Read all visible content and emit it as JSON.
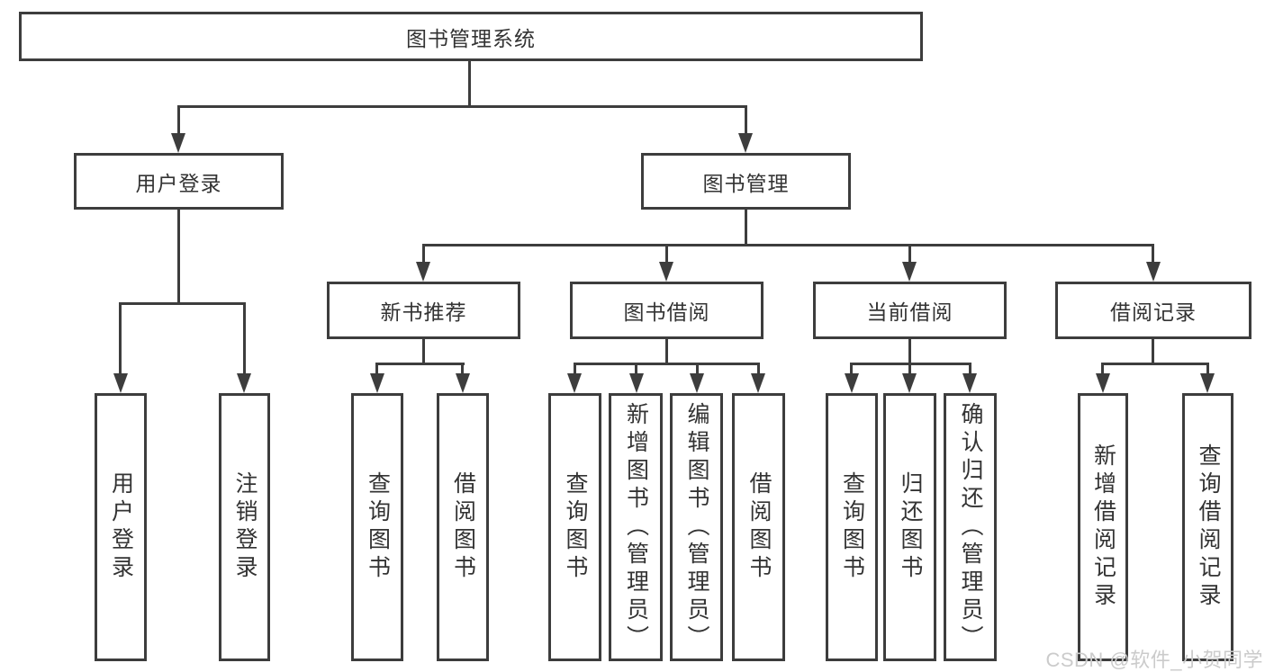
{
  "diagram": {
    "title": "图书管理系统",
    "branches": {
      "user_login": {
        "label": "用户登录",
        "children": [
          {
            "label": "用户登录"
          },
          {
            "label": "注销登录"
          }
        ]
      },
      "book_management": {
        "label": "图书管理",
        "sections": [
          {
            "label": "新书推荐",
            "children": [
              {
                "label": "查询图书"
              },
              {
                "label": "借阅图书"
              }
            ]
          },
          {
            "label": "图书借阅",
            "children": [
              {
                "label": "查询图书"
              },
              {
                "label": "新增图书（管理员）"
              },
              {
                "label": "编辑图书（管理员）"
              },
              {
                "label": "借阅图书"
              }
            ]
          },
          {
            "label": "当前借阅",
            "children": [
              {
                "label": "查询图书"
              },
              {
                "label": "归还图书"
              },
              {
                "label": "确认归还（管理员）"
              }
            ]
          },
          {
            "label": "借阅记录",
            "children": [
              {
                "label": "新增借阅记录"
              },
              {
                "label": "查询借阅记录"
              }
            ]
          }
        ]
      }
    }
  },
  "watermark": {
    "text": "CSDN @软件_小贺同学"
  },
  "colors": {
    "line": "#3d3d3d",
    "text": "#333333",
    "box_background": "#ffffff",
    "watermark": "#cbcbcb"
  }
}
